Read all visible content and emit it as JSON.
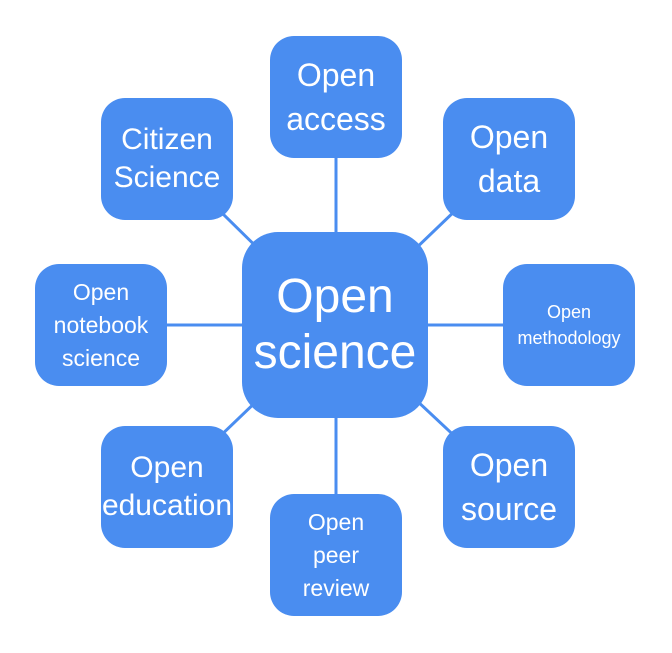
{
  "diagram": {
    "center": {
      "lines": [
        "Open",
        "science"
      ]
    },
    "topics": [
      {
        "lines": [
          "Open",
          "access"
        ]
      },
      {
        "lines": [
          "Open",
          "data"
        ]
      },
      {
        "lines": [
          "Open",
          "methodology"
        ]
      },
      {
        "lines": [
          "Open",
          "source"
        ]
      },
      {
        "lines": [
          "Open",
          "peer",
          "review"
        ]
      },
      {
        "lines": [
          "Open",
          "education"
        ]
      },
      {
        "lines": [
          "Open",
          "notebook",
          "science"
        ]
      },
      {
        "lines": [
          "Citizen",
          "Science"
        ]
      }
    ]
  },
  "colors": {
    "node_fill": "#4a8df0",
    "connector": "#4a8df0",
    "text": "#ffffff"
  }
}
